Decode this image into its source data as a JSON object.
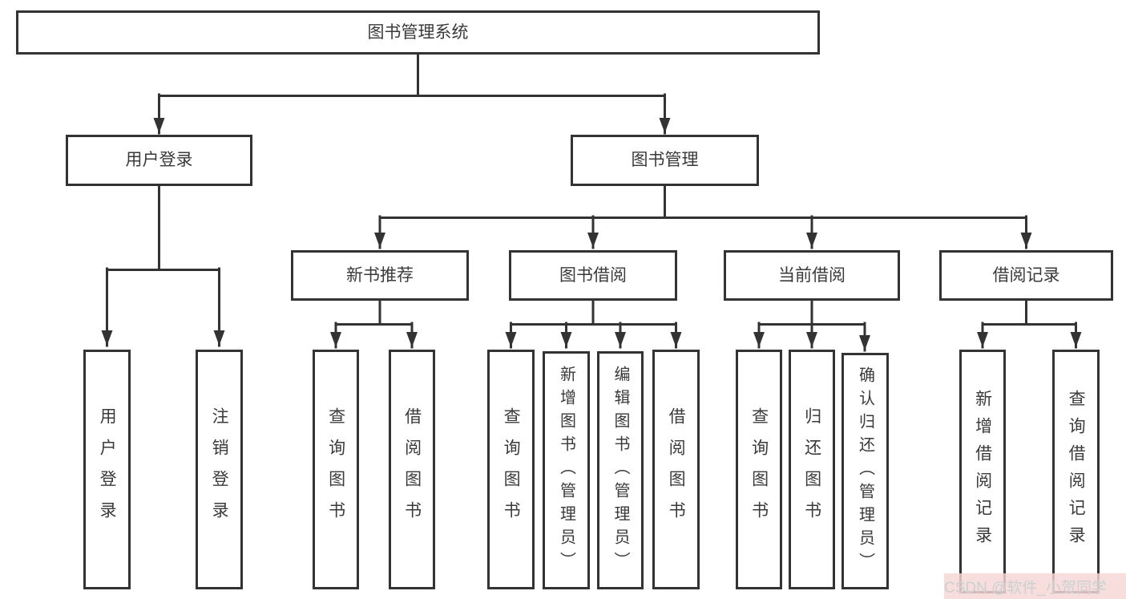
{
  "tree": {
    "label": "图书管理系统",
    "children": [
      {
        "label": "用户登录",
        "children": [
          {
            "label": "用户登录"
          },
          {
            "label": "注销登录"
          }
        ]
      },
      {
        "label": "图书管理",
        "children": [
          {
            "label": "新书推荐",
            "children": [
              {
                "label": "查询图书"
              },
              {
                "label": "借阅图书"
              }
            ]
          },
          {
            "label": "图书借阅",
            "children": [
              {
                "label": "查询图书"
              },
              {
                "label": "新增图书（管理员）"
              },
              {
                "label": "编辑图书（管理员）"
              },
              {
                "label": "借阅图书"
              }
            ]
          },
          {
            "label": "当前借阅",
            "children": [
              {
                "label": "查询图书"
              },
              {
                "label": "归还图书"
              },
              {
                "label": "确认归还（管理员）"
              }
            ]
          },
          {
            "label": "借阅记录",
            "children": [
              {
                "label": "新增借阅记录"
              },
              {
                "label": "查询借阅记录"
              }
            ]
          }
        ]
      }
    ]
  },
  "watermark": {
    "text": "CSDN @软件_小贺同学"
  },
  "colors": {
    "line": "#333333",
    "node_border": "#333333",
    "node_text": "#3a3a3a",
    "watermark_bg": "#f6d5d5",
    "watermark_text": "#cfcfcf"
  }
}
